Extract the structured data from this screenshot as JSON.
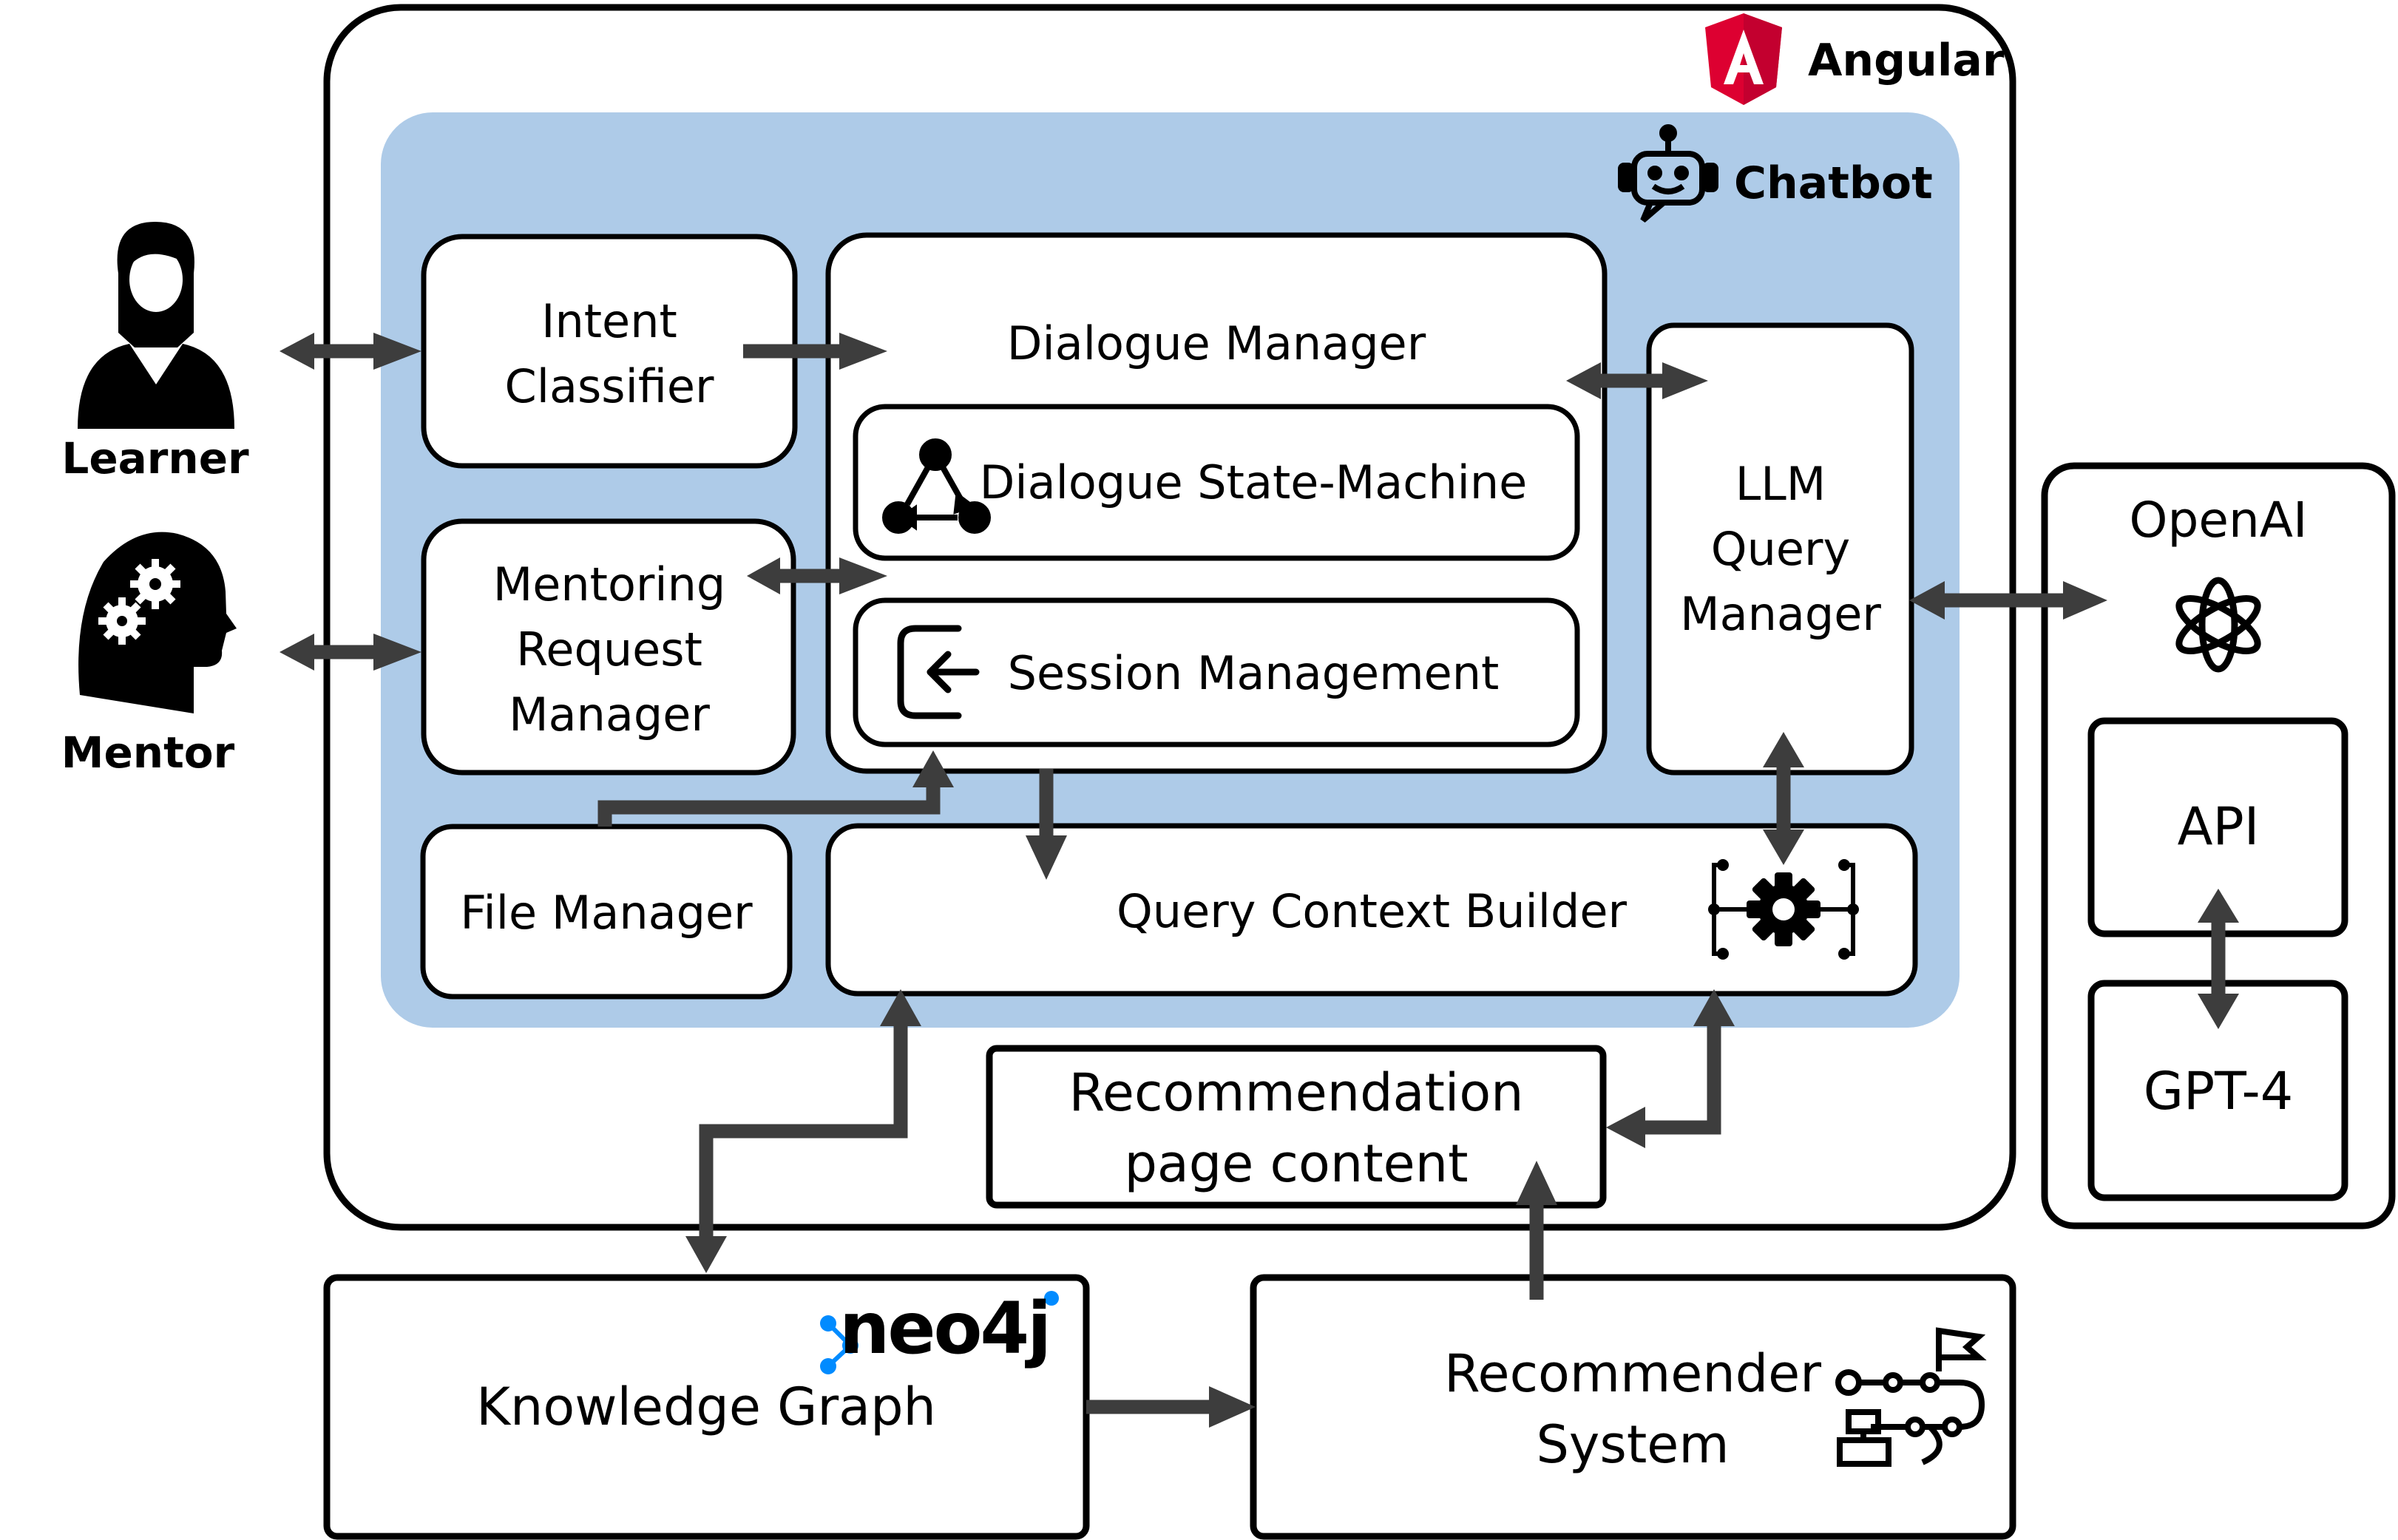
{
  "frameworks": {
    "angular": "Angular",
    "chatbot": "Chatbot"
  },
  "actors": {
    "learner": "Learner",
    "mentor": "Mentor"
  },
  "components": {
    "intent_classifier": [
      "Intent",
      "Classifier"
    ],
    "mentoring_request_manager": [
      "Mentoring",
      "Request",
      "Manager"
    ],
    "file_manager": "File Manager",
    "dialogue_manager": "Dialogue Manager",
    "dialogue_state_machine": "Dialogue State-Machine",
    "session_management": "Session Management",
    "llm_query_manager": [
      "LLM",
      "Query",
      "Manager"
    ],
    "query_context_builder": "Query Context Builder",
    "recommendation_page_content": [
      "Recommendation",
      "page content"
    ]
  },
  "openai": {
    "title": "OpenAI",
    "api": "API",
    "gpt4": "GPT-4"
  },
  "knowledge_graph": {
    "logo": "neo4j",
    "label": "Knowledge Graph"
  },
  "recommender": [
    "Recommender",
    "System"
  ],
  "colors": {
    "chatbot_panel": "#aecbe8",
    "angular_red": "#dd0031",
    "angular_dark": "#c3002f",
    "neo4j_blue": "#018bff",
    "arrow": "#3d3d3d"
  }
}
